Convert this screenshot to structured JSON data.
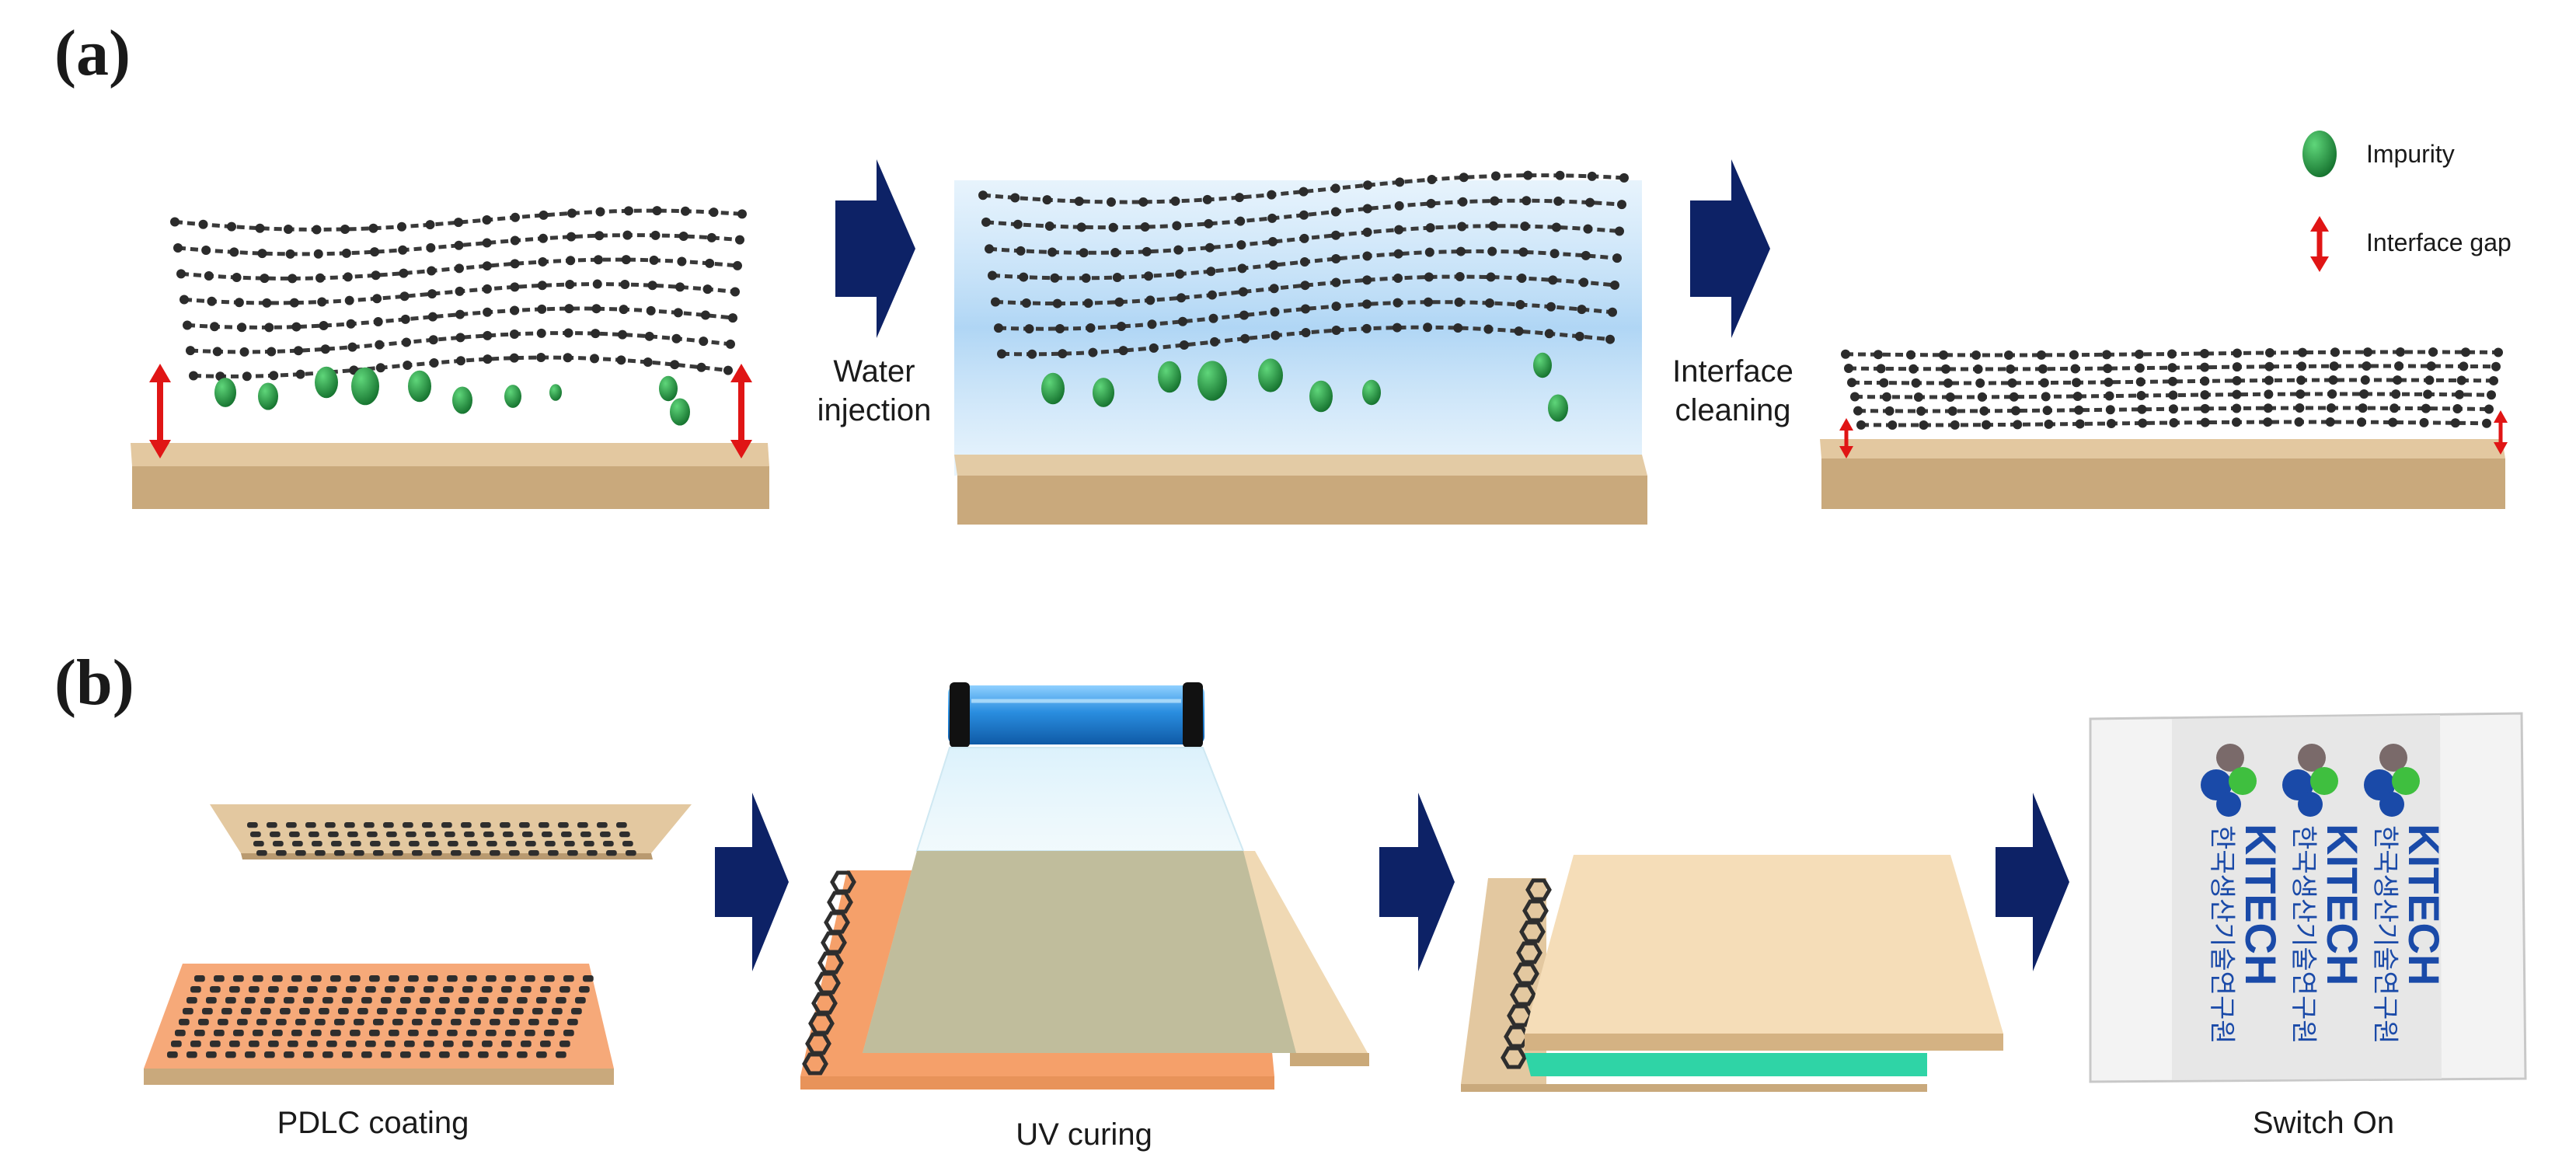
{
  "panels": {
    "a": {
      "label": "(a)",
      "steps": {
        "water_injection": "Water\ninjection",
        "interface_cleaning": "Interface\ncleaning"
      },
      "legend": {
        "impurity": "Impurity",
        "interface_gap": "Interface gap"
      }
    },
    "b": {
      "label": "(b)",
      "steps": {
        "pdlc_coating": "PDLC coating",
        "uv_curing": "UV curing",
        "switch_on": "Switch  On"
      },
      "logo": {
        "name": "KITECH",
        "korean": "한국생산기술연구원"
      }
    }
  },
  "colors": {
    "substrate_top": "#e3c8a0",
    "substrate_side": "#c9a97c",
    "graphene": "#3a3a3a",
    "impurity": "#1f8a3a",
    "gap_arrow": "#e01515",
    "process_arrow": "#0d2266",
    "water": "#8ec5f0",
    "pdlc": "#f5a06a",
    "uv_lamp": "#2a8ee0",
    "lc_layer": "#2fd4a6",
    "logo_blue": "#1a4aa8",
    "logo_green": "#3fbf3f"
  }
}
